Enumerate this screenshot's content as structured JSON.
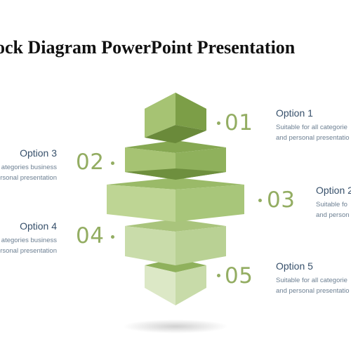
{
  "title": "ock Diagram PowerPoint Presentation",
  "options": [
    {
      "number": "01",
      "title": "Option 1",
      "desc_line1": "Suitable for all categorie",
      "desc_line2": "and personal presentatio"
    },
    {
      "number": "02",
      "title": "Option 3",
      "desc_line1": "ategories business",
      "desc_line2": "rsonal presentation"
    },
    {
      "number": "03",
      "title": "Option 2",
      "desc_line1": "Suitable fo",
      "desc_line2": "and person"
    },
    {
      "number": "04",
      "title": "Option 4",
      "desc_line1": "ategories business",
      "desc_line2": "rsonal presentation"
    },
    {
      "number": "05",
      "title": "Option 5",
      "desc_line1": "Suitable for all categorie",
      "desc_line2": "and personal presentatio"
    }
  ],
  "colors": {
    "accent": "#93ad62",
    "heading": "#37506b",
    "body": "#6c7f92"
  }
}
